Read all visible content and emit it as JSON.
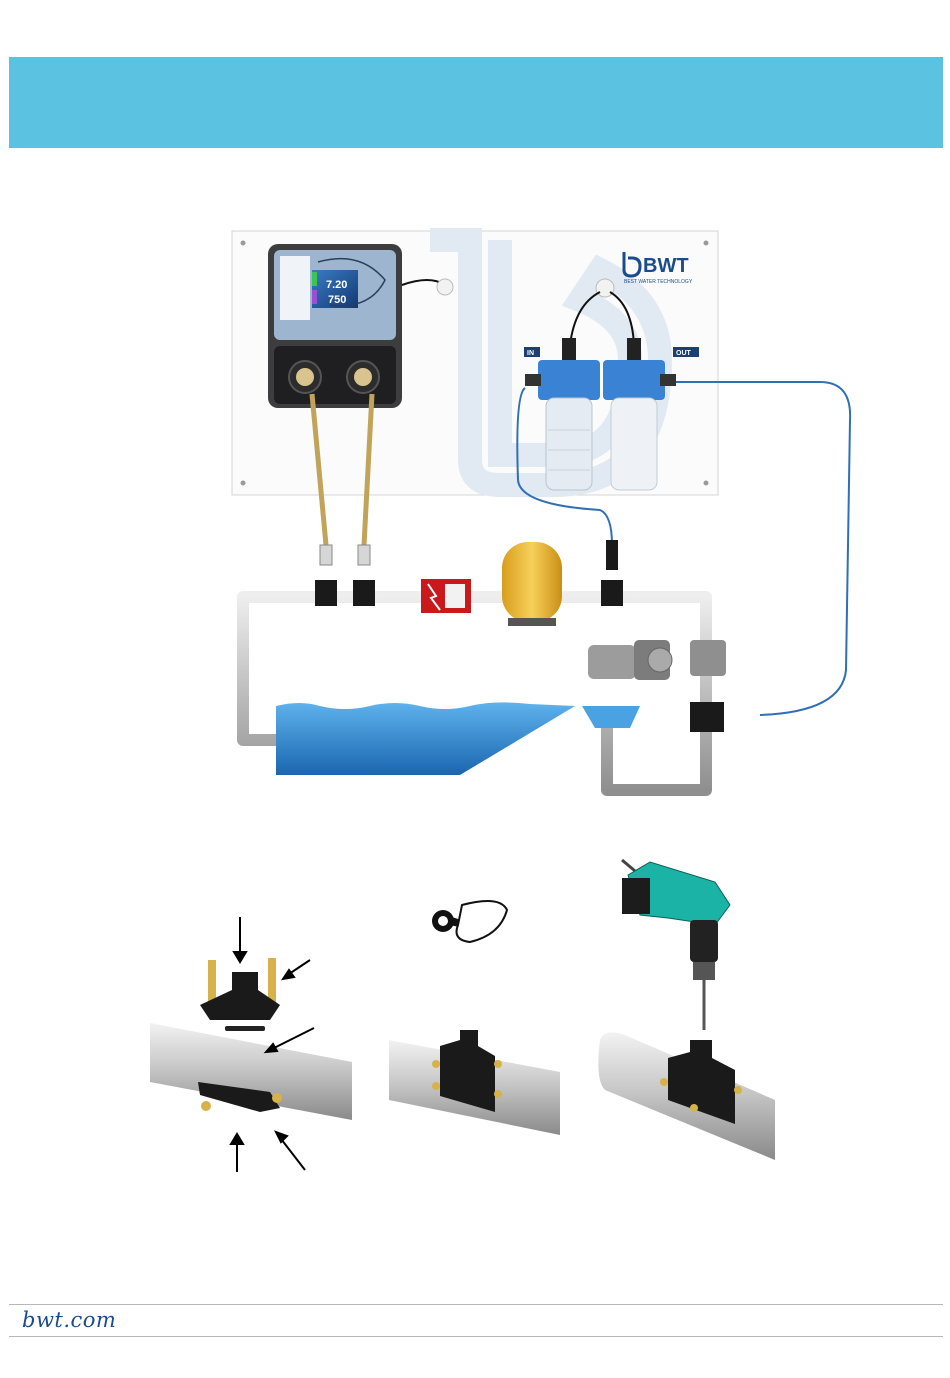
{
  "brand": {
    "name": "BWT",
    "tagline": "BEST WATER TECHNOLOGY",
    "website": "bwt.com",
    "color": "#1b4b8f"
  },
  "header": {
    "color": "#5bc3e1"
  },
  "controller": {
    "display_ph": "7.20",
    "display_redox": "750"
  },
  "panel": {
    "inlet_label": "IN",
    "outlet_label": "OUT"
  },
  "icons": [
    "bwt-logo-icon",
    "wrench-hand-icon",
    "drill-icon",
    "arrow-icon",
    "pump-motor-icon",
    "sand-filter-icon",
    "electrical-panel-icon"
  ],
  "colors": {
    "pipe": "#c9c9c9",
    "tube_sample": "#2f6fb5",
    "tube_chemical": "#c2a35a",
    "pool_water": "#2e86d0",
    "filter_tank": "#f2c13a",
    "saddle": "#1a1a1a",
    "drill": "#1bb3a6"
  }
}
